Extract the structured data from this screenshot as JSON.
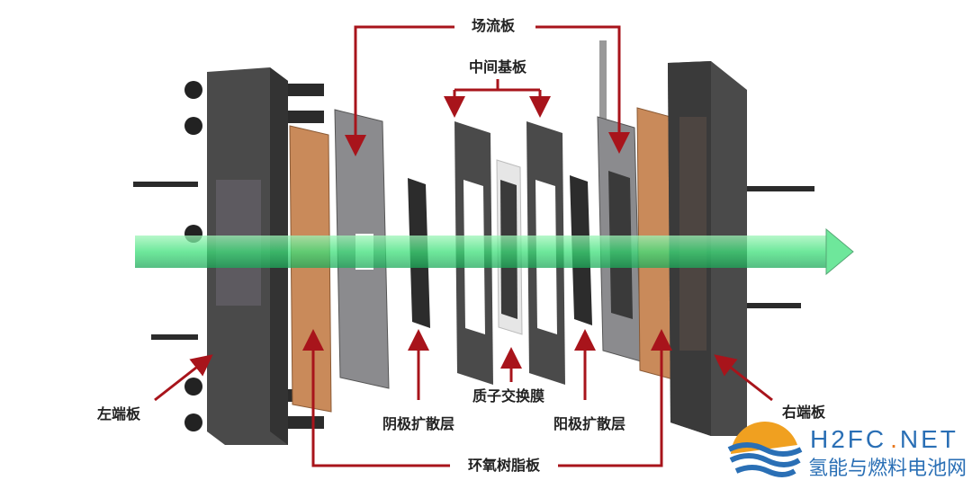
{
  "labels": {
    "flow_field_plate": "场流板",
    "middle_substrate": "中间基板",
    "left_end_plate": "左端板",
    "cathode_diffusion_layer": "阴极扩散层",
    "proton_exchange_membrane": "质子交换膜",
    "anode_diffusion_layer": "阳极扩散层",
    "right_end_plate": "右端板",
    "epoxy_plate": "环氧树脂板"
  },
  "logo": {
    "en_main": "H2FC",
    "en_dot": ".",
    "en_tail": "NET",
    "cn": "氢能与燃料电池网"
  },
  "colors": {
    "arrow": "#a8141b",
    "rod": "#3ee07a",
    "copper": "#c98a5a",
    "plate": "#555555"
  }
}
